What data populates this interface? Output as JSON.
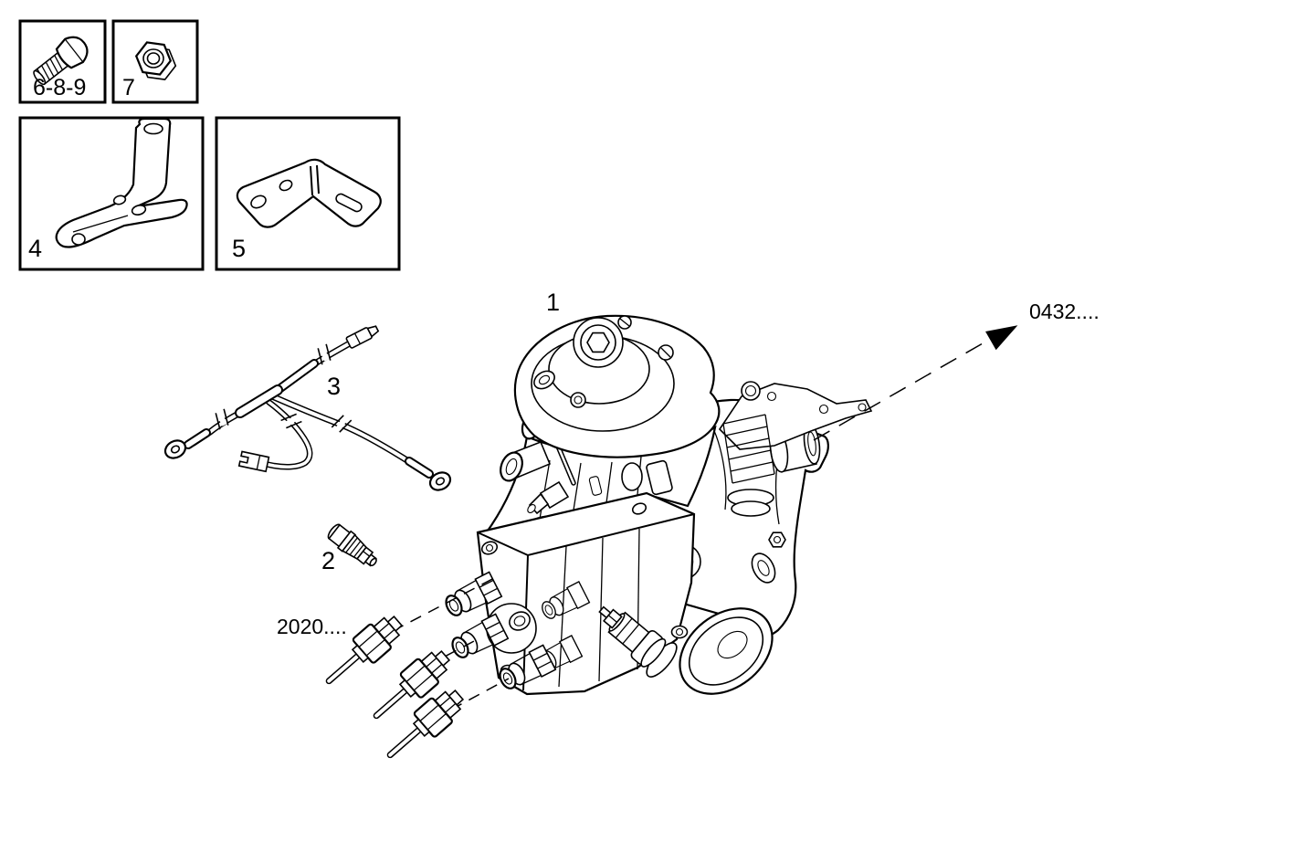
{
  "page": {
    "background_color": "#ffffff",
    "line_color": "#000000"
  },
  "labels": {
    "bolt_box": "6-8-9",
    "nut_box": "7",
    "bracket_box": "4",
    "angle_bracket_box": "5",
    "pump": "1",
    "sensor": "2",
    "harness": "3",
    "union_ref": "2020....",
    "pump_ref": "0432...."
  }
}
